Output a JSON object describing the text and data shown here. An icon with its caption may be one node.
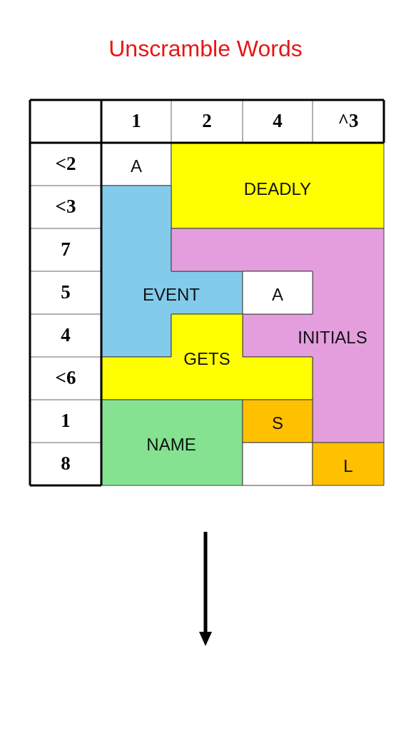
{
  "diagram": {
    "title": "Unscramble Words",
    "nodes": [
      {
        "text": [
          "A"
        ]
      },
      {
        "text": [
          "DEADLY"
        ]
      },
      {
        "text": [
          "EVENT"
        ]
      },
      {
        "text": [
          "INITIALS"
        ]
      },
      {
        "text": [
          "A"
        ]
      },
      {
        "text": [
          "GETS"
        ]
      },
      {
        "text": [
          "NAME"
        ]
      },
      {
        "text": [
          "S"
        ]
      },
      {
        "text": [],
        "shape": "box"
      },
      {
        "text": [
          "L"
        ]
      }
    ],
    "labels": [
      "1",
      "2",
      "4",
      "^3",
      "<2",
      "<3",
      "7",
      "5",
      "4",
      "<6",
      "1",
      "8"
    ]
  }
}
